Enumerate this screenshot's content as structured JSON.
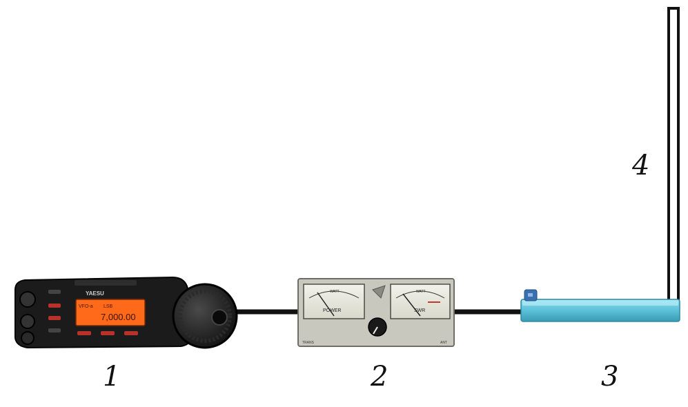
{
  "labels": {
    "radio": "1",
    "swr_meter": "2",
    "tuner": "3",
    "antenna": "4"
  },
  "radio": {
    "brand": "YAESU",
    "frequency": "7,000.00",
    "mode": "LSB",
    "vfo": "VFO-a",
    "display_color": "#ff6a1a"
  },
  "swr_meter": {
    "left_meter_label": "POWER",
    "right_meter_label": "SWR",
    "left_meter_scale": "WATT",
    "right_meter_scale": "WATT",
    "bottom_left_mark": "TRANS",
    "bottom_right_mark": "ANT"
  },
  "colors": {
    "cable": "#111111",
    "tuner_body": "#5bc0d8",
    "tuner_button": "#3a6fb0",
    "antenna": "#111111"
  }
}
